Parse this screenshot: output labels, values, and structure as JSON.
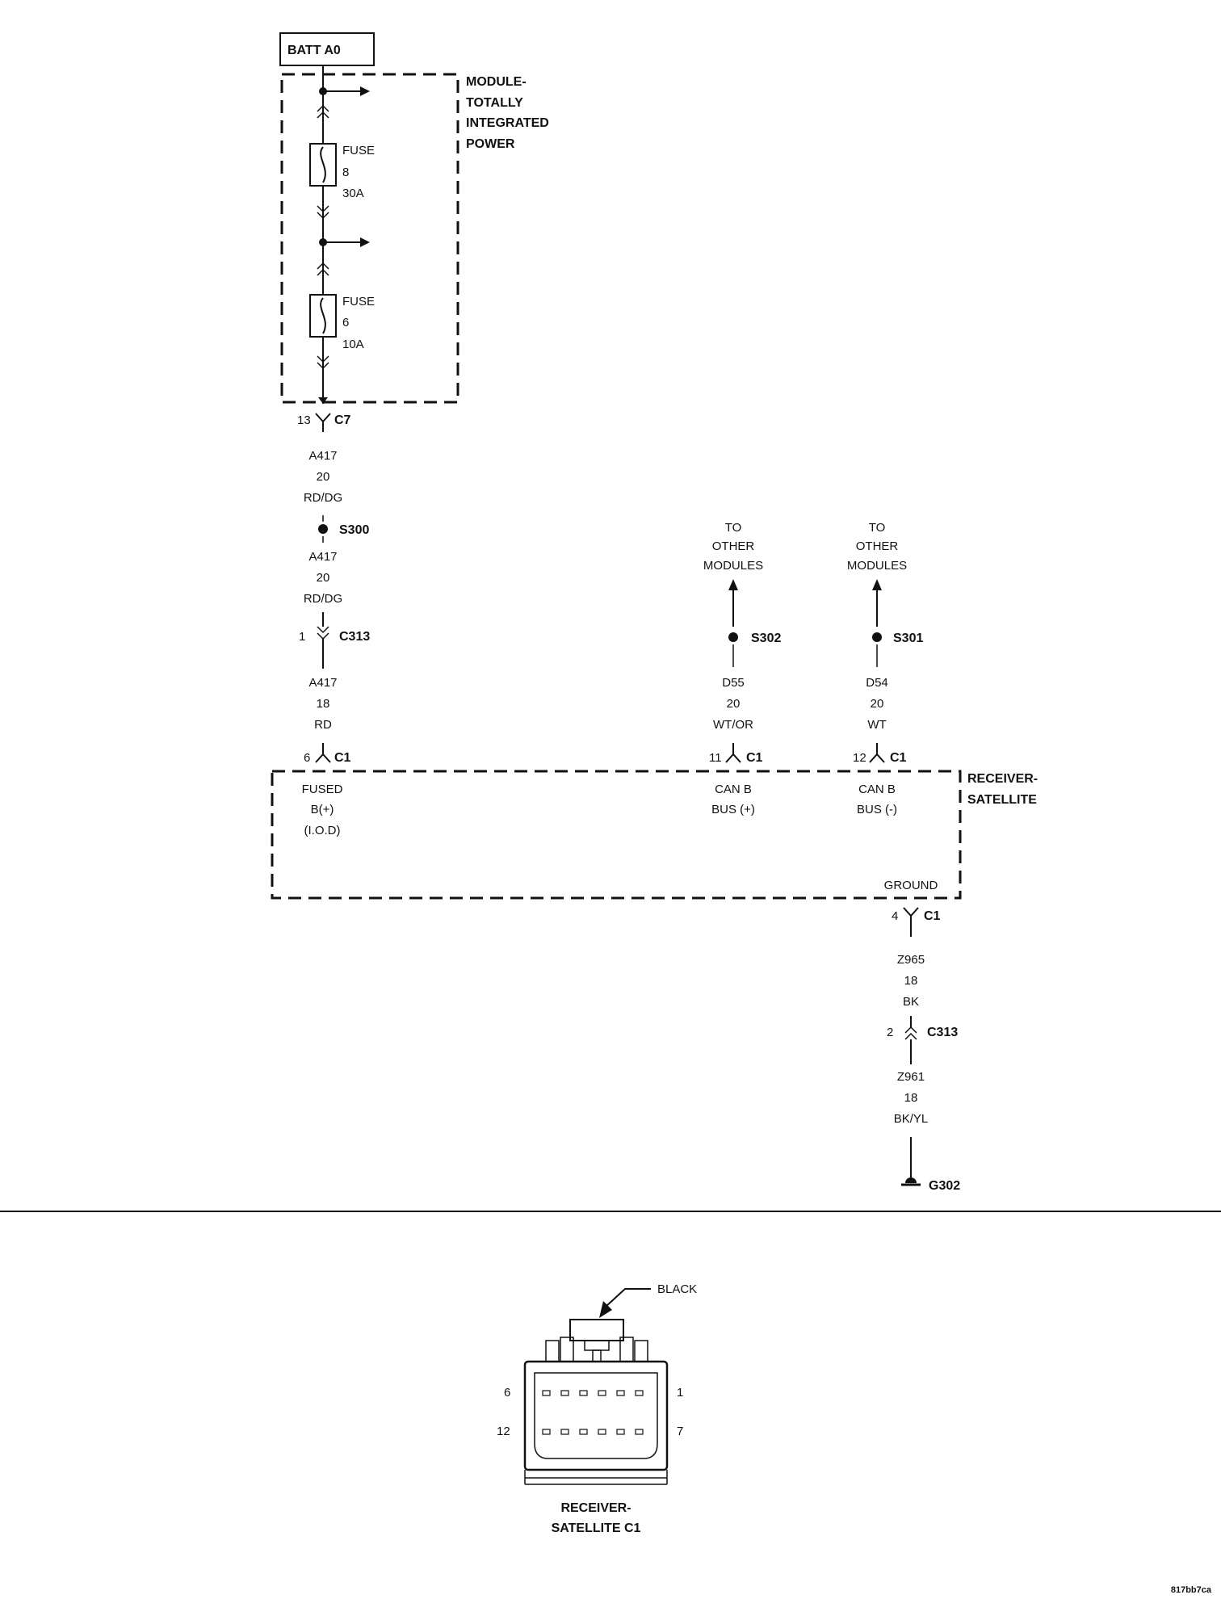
{
  "diagram": {
    "batt": "BATT A0",
    "tipm": {
      "line1": "MODULE-",
      "line2": "TOTALLY",
      "line3": "INTEGRATED",
      "line4": "POWER"
    },
    "fuse8": {
      "label": "FUSE",
      "number": "8",
      "rating": "30A"
    },
    "fuse6": {
      "label": "FUSE",
      "number": "6",
      "rating": "10A"
    },
    "c7": {
      "pin": "13",
      "name": "C7"
    },
    "wire_a417_1": {
      "circuit": "A417",
      "gauge": "20",
      "color": "RD/DG"
    },
    "s300": "S300",
    "wire_a417_2": {
      "circuit": "A417",
      "gauge": "20",
      "color": "RD/DG"
    },
    "c313_top": {
      "pin": "1",
      "name": "C313"
    },
    "wire_a417_3": {
      "circuit": "A417",
      "gauge": "18",
      "color": "RD"
    },
    "c1_pin6": {
      "pin": "6",
      "name": "C1"
    },
    "fused_b": {
      "line1": "FUSED",
      "line2": "B(+)",
      "line3": "(I.O.D)"
    },
    "to_modules_1": {
      "line1": "TO",
      "line2": "OTHER",
      "line3": "MODULES"
    },
    "to_modules_2": {
      "line1": "TO",
      "line2": "OTHER",
      "line3": "MODULES"
    },
    "s302": "S302",
    "s301": "S301",
    "wire_d55": {
      "circuit": "D55",
      "gauge": "20",
      "color": "WT/OR"
    },
    "wire_d54": {
      "circuit": "D54",
      "gauge": "20",
      "color": "WT"
    },
    "c1_pin11": {
      "pin": "11",
      "name": "C1"
    },
    "c1_pin12": {
      "pin": "12",
      "name": "C1"
    },
    "can_plus": {
      "line1": "CAN B",
      "line2": "BUS (+)"
    },
    "can_minus": {
      "line1": "CAN B",
      "line2": "BUS (-)"
    },
    "receiver": {
      "line1": "RECEIVER-",
      "line2": "SATELLITE"
    },
    "ground_label": "GROUND",
    "c1_pin4": {
      "pin": "4",
      "name": "C1"
    },
    "wire_z965": {
      "circuit": "Z965",
      "gauge": "18",
      "color": "BK"
    },
    "c313_bottom": {
      "pin": "2",
      "name": "C313"
    },
    "wire_z961": {
      "circuit": "Z961",
      "gauge": "18",
      "color": "BK/YL"
    },
    "g302": "G302"
  },
  "connector_view": {
    "color_label": "BLACK",
    "pin_tl": "6",
    "pin_tr": "1",
    "pin_bl": "12",
    "pin_br": "7",
    "title_line1": "RECEIVER-",
    "title_line2": "SATELLITE C1"
  },
  "figure_id": "817bb7ca"
}
